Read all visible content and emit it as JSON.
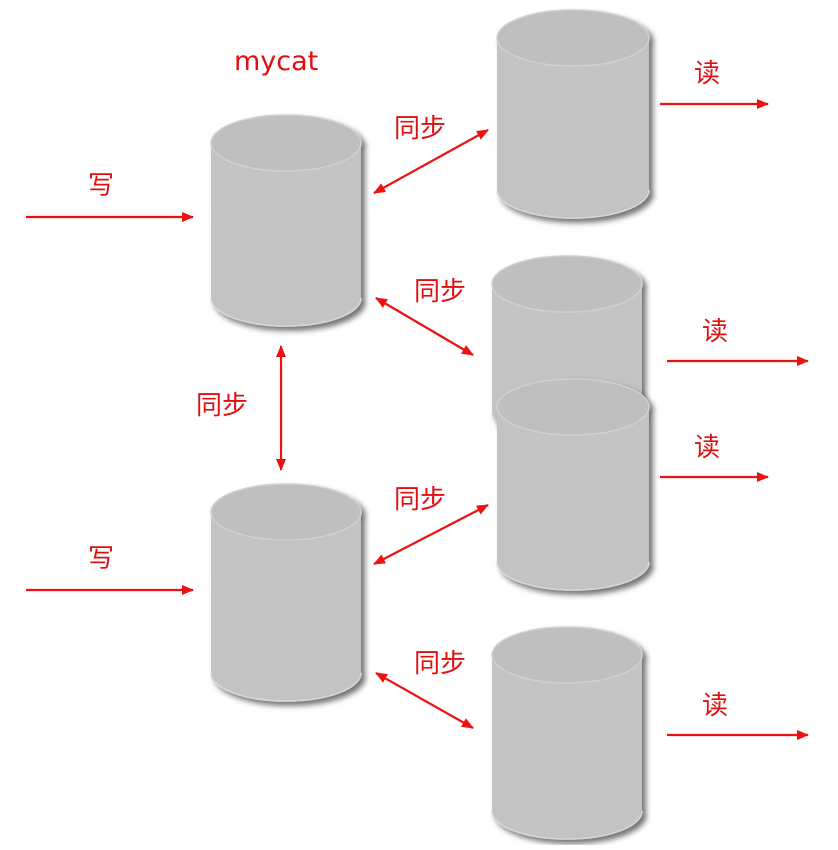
{
  "colors": {
    "arrow": "#ee1111",
    "text": "#e01010",
    "cylinder_side": "#c3c3c3",
    "cylinder_top": "#bfbfbf",
    "cylinder_stroke": "#d6d6d6"
  },
  "title": "mycat",
  "labels": {
    "write_top": "写",
    "write_bottom": "写",
    "sync_master": "同步",
    "sync_1": "同步",
    "sync_2": "同步",
    "sync_3": "同步",
    "sync_4": "同步",
    "read_1": "读",
    "read_2": "读",
    "read_3": "读",
    "read_4": "读"
  }
}
